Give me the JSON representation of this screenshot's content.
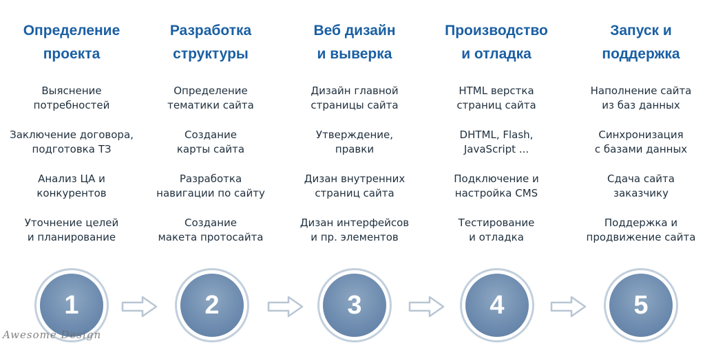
{
  "columns": [
    {
      "title_line1": "Определение",
      "title_line2": "проекта",
      "items": [
        [
          "Выяснение",
          "потребностей"
        ],
        [
          "Заключение договора,",
          "подготовка ТЗ"
        ],
        [
          "Анализ ЦА и",
          "конкурентов"
        ],
        [
          "Уточнение целей",
          "и планирование"
        ]
      ]
    },
    {
      "title_line1": "Разработка",
      "title_line2": "структуры",
      "items": [
        [
          "Определение",
          "тематики сайта"
        ],
        [
          "Создание",
          "карты сайта"
        ],
        [
          "Разработка",
          "навигации по сайту"
        ],
        [
          "Создание",
          "макета протосайта"
        ]
      ]
    },
    {
      "title_line1": "Веб дизайн",
      "title_line2": "и выверка",
      "items": [
        [
          "Дизайн главной",
          "страницы сайта"
        ],
        [
          "Утверждение,",
          "правки"
        ],
        [
          "Дизан внутренних",
          "страниц сайта"
        ],
        [
          "Дизан интерфейсов",
          "и пр. элементов"
        ]
      ]
    },
    {
      "title_line1": "Производство",
      "title_line2": "и отладка",
      "items": [
        [
          "HTML верстка",
          "страниц сайта"
        ],
        [
          "DHTML, Flash,",
          "JavaScript ..."
        ],
        [
          "Подключение и",
          "настройка CMS"
        ],
        [
          "Тестирование",
          "и отладка"
        ]
      ]
    },
    {
      "title_line1": "Запуск и",
      "title_line2": "поддержка",
      "items": [
        [
          "Наполнение сайта",
          "из баз данных"
        ],
        [
          "Синхронизация",
          "с базами данных"
        ],
        [
          "Сдача сайта",
          "заказчику"
        ],
        [
          "Поддержка и",
          "продвижение сайта"
        ]
      ]
    }
  ],
  "steps": [
    "1",
    "2",
    "3",
    "4",
    "5"
  ],
  "watermark": "Awesome Design",
  "colors": {
    "title": "#1a5fa3",
    "text": "#1f2f3d",
    "circle": "#6f8db0",
    "arrow_stroke": "#b8c6d4"
  },
  "icons": {
    "arrow": "right-arrow-icon"
  }
}
